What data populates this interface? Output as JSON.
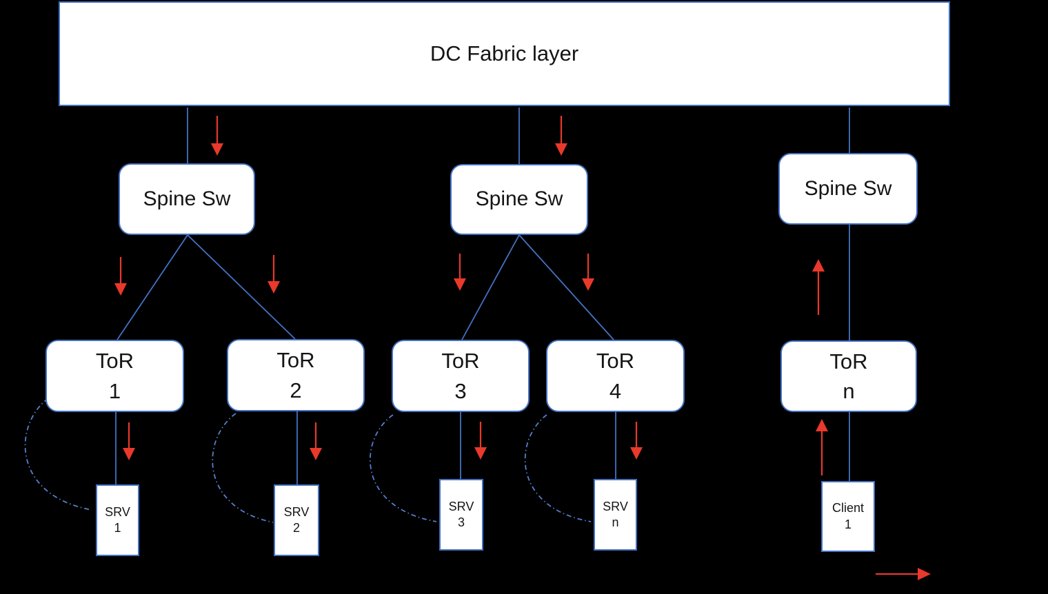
{
  "diagram": {
    "nodes": {
      "fabric": {
        "label": "DC Fabric layer"
      },
      "spines": [
        {
          "label": "Spine Sw"
        },
        {
          "label": "Spine Sw"
        },
        {
          "label": "Spine Sw"
        }
      ],
      "tors": [
        {
          "name": "ToR",
          "id": "1"
        },
        {
          "name": "ToR",
          "id": "2"
        },
        {
          "name": "ToR",
          "id": "3"
        },
        {
          "name": "ToR",
          "id": "4"
        },
        {
          "name": "ToR",
          "id": "n"
        }
      ],
      "endpoints": [
        {
          "name": "SRV",
          "id": "1"
        },
        {
          "name": "SRV",
          "id": "2"
        },
        {
          "name": "SRV",
          "id": "3"
        },
        {
          "name": "SRV",
          "id": "n"
        },
        {
          "name": "Client",
          "id": "1"
        }
      ]
    },
    "colors": {
      "node_border": "#4472C4",
      "connector": "#4472C4",
      "arc": "#5580CB",
      "flow_arrow": "#E8392B",
      "node_fill": "#FFFFFF",
      "background": "#000000"
    }
  }
}
